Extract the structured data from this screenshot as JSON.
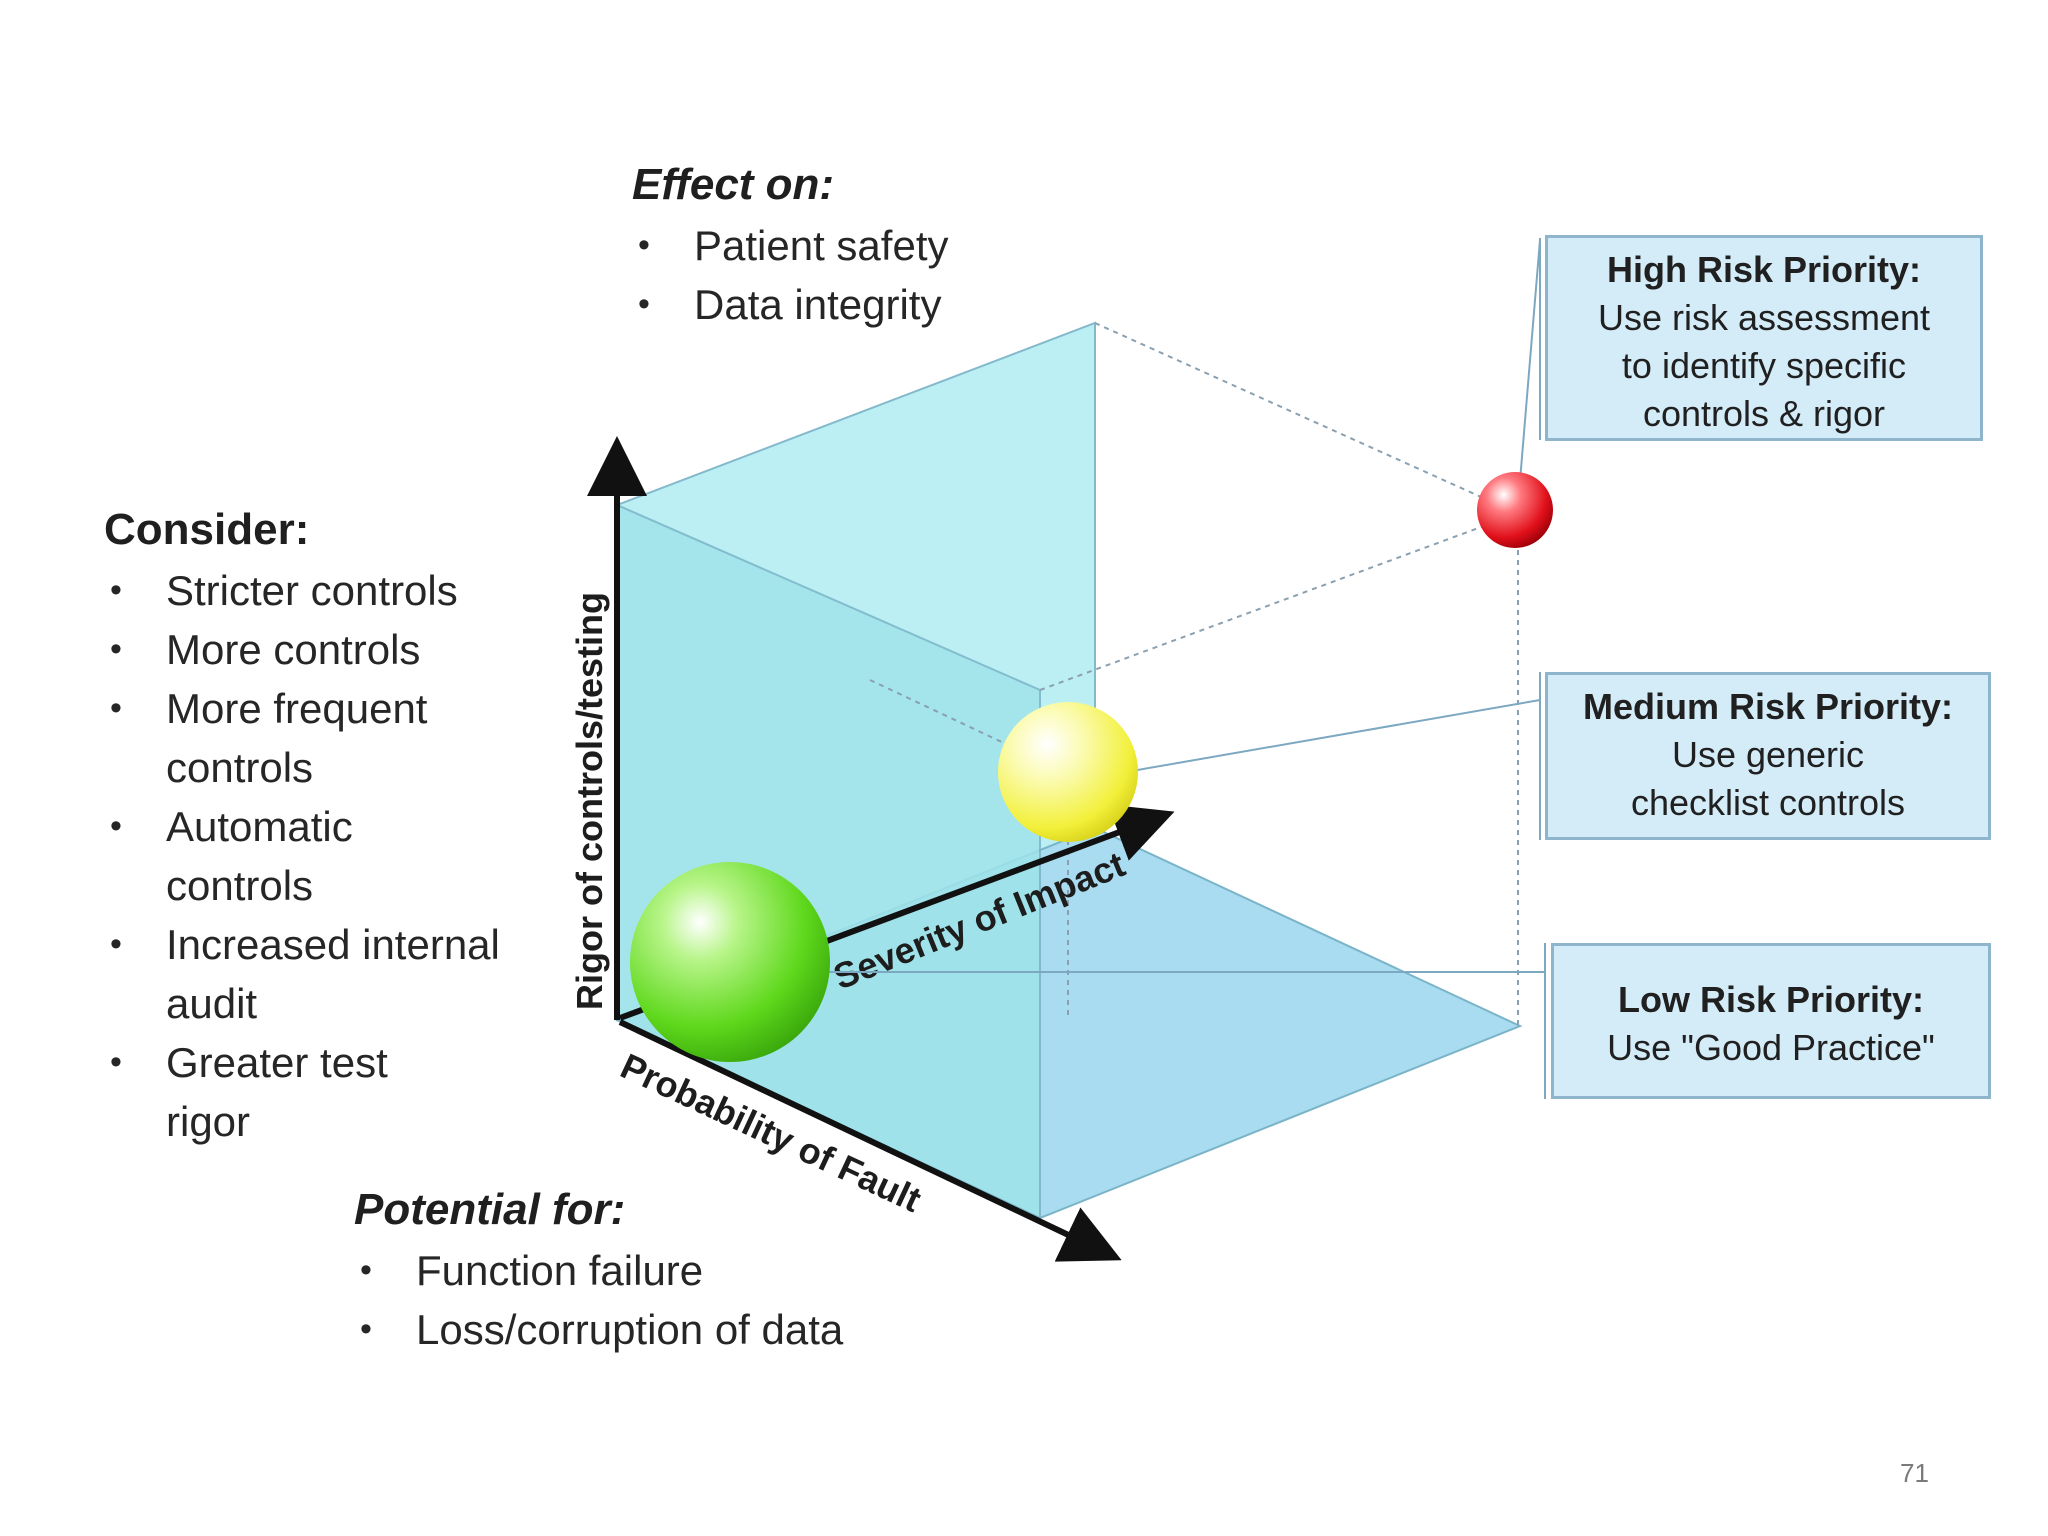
{
  "effect": {
    "heading": "Effect on:",
    "items": [
      "Patient safety",
      "Data integrity"
    ]
  },
  "consider": {
    "heading": "Consider:",
    "items": [
      "Stricter controls",
      "More controls",
      "More frequent controls",
      "Automatic controls",
      "Increased internal audit",
      "Greater test rigor"
    ]
  },
  "potential": {
    "heading": "Potential for:",
    "items": [
      "Function failure",
      "Loss/corruption of data"
    ]
  },
  "axes": {
    "vertical": "Rigor of controls/testing",
    "depth": "Severity of Impact",
    "horizontal": "Probability of Fault"
  },
  "priorities": {
    "high": {
      "title": "High Risk Priority:",
      "text": "Use risk assessment to identify specific controls & rigor",
      "color": "#e0101a"
    },
    "medium": {
      "title": "Medium Risk Priority:",
      "text": "Use generic checklist controls",
      "color": "#f2f03a"
    },
    "low": {
      "title": "Low Risk Priority:",
      "text": "Use \"Good Practice\"",
      "color": "#5fd81c"
    }
  },
  "page_number": "71"
}
